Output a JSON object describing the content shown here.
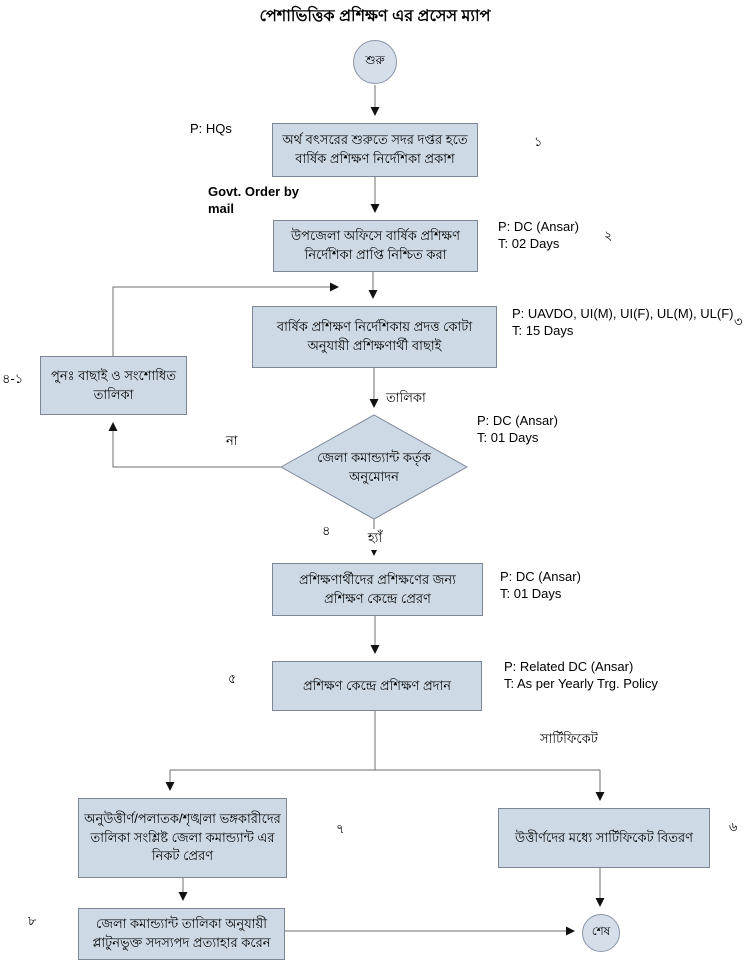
{
  "title": "পেশাভিত্তিক প্রশিক্ষণ এর প্রসেস ম্যাপ",
  "colors": {
    "node_fill": "#cdd9e5",
    "node_border": "#7d8698",
    "line": "#6e6e6e",
    "arrow": "#111111"
  },
  "nodes": {
    "start": {
      "label": "শুরু"
    },
    "step1": {
      "label": "অর্থ বৎসরের শুরুতে সদর দপ্তর হতে বার্ষিক প্রশিক্ষণ নির্দেশিকা প্রকাশ",
      "number": "১"
    },
    "step2": {
      "label": "উপজেলা অফিসে বার্ষিক প্রশিক্ষণ নির্দেশিকা প্রাপ্তি নিশ্চিত করা",
      "number": "২"
    },
    "step3": {
      "label": "বার্ষিক প্রশিক্ষণ নির্দেশিকায় প্রদত্ত কোটা অনুযায়ী প্রশিক্ষণার্থী বাছাই",
      "number": "৩"
    },
    "rework": {
      "label": "পুনঃ  বাছাই ও সংশোধিত তালিকা",
      "number": "৪-১"
    },
    "decision": {
      "label": "জেলা কমান্ড্যান্ট কর্তৃক অনুমোদন",
      "number": "৪"
    },
    "step4": {
      "label": "প্রশিক্ষণার্থীদের প্রশিক্ষণের জন্য প্রশিক্ষণ কেন্দ্রে প্রেরণ"
    },
    "step5": {
      "label": "প্রশিক্ষণ কেন্দ্রে প্রশিক্ষণ প্রদান",
      "number": "৫"
    },
    "step6": {
      "label": "উত্তীর্ণদের মধ্যে সার্টিফিকেট বিতরণ",
      "number": "৬"
    },
    "step7": {
      "label": "অনুউত্তীর্ণ/পলাতক/শৃঙ্খলা ভঙ্গকারীদের তালিকা সংশ্লিষ্ট  জেলা কমান্ড্যান্ট এর নিকট প্রেরণ",
      "number": "৭"
    },
    "step8": {
      "label": "জেলা কমান্ড্যান্ট তালিকা অনুযায়ী প্লাটুনভুক্ত সদস্যপদ প্রত্যাহার করেন",
      "number": "৮"
    },
    "end": {
      "label": "শেষ"
    }
  },
  "notes": {
    "hq": {
      "p": "P: HQs"
    },
    "govt_order": {
      "line1": "Govt. Order by",
      "line2": "mail"
    },
    "step2": {
      "p": "P: DC (Ansar)",
      "t": "T: 02 Days"
    },
    "step3": {
      "p": "P: UAVDO, UI(M), UI(F), UL(M), UL(F)",
      "t": "T: 15 Days"
    },
    "decision": {
      "p": "P: DC (Ansar)",
      "t": "T: 01 Days"
    },
    "step4": {
      "p": "P: DC (Ansar)",
      "t": "T: 01 Days"
    },
    "step5": {
      "p": "P: Related DC (Ansar)",
      "t": "T: As per Yearly Trg. Policy"
    }
  },
  "edge_labels": {
    "talika": "তালিকা",
    "no": "না",
    "yes": "হ্যাঁ",
    "certificate": "সার্টিফিকেট"
  }
}
